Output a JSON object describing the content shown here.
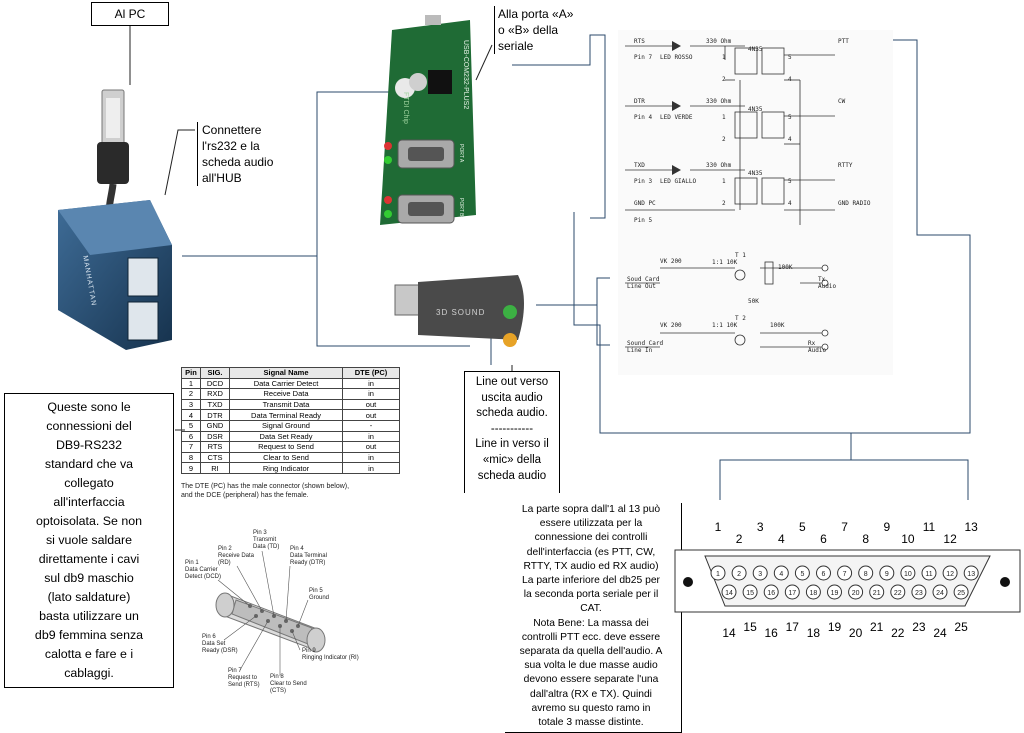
{
  "callouts": {
    "al_pc": "Al PC",
    "porta_seriale": [
      "Alla porta «A»",
      "o «B» della",
      "seriale"
    ],
    "connettere": [
      "Connettere",
      "l'rs232 e la",
      "scheda audio",
      "all'HUB"
    ],
    "line_out_in": [
      "Line out verso",
      "uscita audio",
      "scheda audio.",
      "-----------",
      "Line in verso il",
      "«mic» della",
      "scheda audio"
    ],
    "db9_note": [
      "Queste sono le",
      "connessioni del",
      "DB9-RS232",
      "standard che va",
      "collegato",
      "all'interfaccia",
      "optoisolata. Se non",
      "si vuole saldare",
      "direttamente i cavi",
      "sul db9 maschio",
      "(lato saldature)",
      "basta utilizzare un",
      "db9 femmina senza",
      "calotta e fare e i",
      "cablaggi."
    ],
    "db25_note": [
      "La parte sopra dall'1 al 13 può",
      "essere utilizzata per la",
      "connessione dei controlli",
      "dell'interfaccia (es PTT, CW,",
      "RTTY, TX audio ed RX audio)",
      "La parte inferiore del db25 per",
      "la seconda porta seriale per il",
      "CAT.",
      "Nota Bene: La massa dei",
      "controlli PTT ecc. deve essere",
      "separata da quella dell'audio. A",
      "sua volta le due masse audio",
      "devono essere separate l'una",
      "dall'altra (RX e TX). Quindi",
      "avremo su questo ramo in",
      "totale 3 masse distinte."
    ]
  },
  "devices": {
    "hub_brand": "MANHATTAN",
    "usb_board_label": "USB-COM232-PLUS2",
    "ftdi_label": "FTDI Chip",
    "port_a": "PORT A",
    "port_b": "PORT B",
    "sound_card_label": "3D SOUND"
  },
  "pin_table": {
    "headers": [
      "Pin",
      "SIG.",
      "Signal Name",
      "DTE (PC)"
    ],
    "rows": [
      [
        "1",
        "DCD",
        "Data Carrier Detect",
        "in"
      ],
      [
        "2",
        "RXD",
        "Receive Data",
        "in"
      ],
      [
        "3",
        "TXD",
        "Transmit Data",
        "out"
      ],
      [
        "4",
        "DTR",
        "Data Terminal Ready",
        "out"
      ],
      [
        "5",
        "GND",
        "Signal Ground",
        "-"
      ],
      [
        "6",
        "DSR",
        "Data Set Ready",
        "in"
      ],
      [
        "7",
        "RTS",
        "Request to Send",
        "out"
      ],
      [
        "8",
        "CTS",
        "Clear to Send",
        "in"
      ],
      [
        "9",
        "RI",
        "Ring Indicator",
        "in"
      ]
    ],
    "note": [
      "The DTE (PC) has the male connector (shown below),",
      "and the DCE (peripheral) has the female."
    ]
  },
  "db9_labels": {
    "pin1": [
      "Pin 1",
      "Data Carrier",
      "Detect (DCD)"
    ],
    "pin2": [
      "Pin 2",
      "Receive Data",
      "(RD)"
    ],
    "pin3": [
      "Pin 3",
      "Transmit",
      "Data (TD)"
    ],
    "pin4": [
      "Pin 4",
      "Data Terminal",
      "Ready (DTR)"
    ],
    "pin5": [
      "Pin 5",
      "Ground"
    ],
    "pin6": [
      "Pin 6",
      "Data Set",
      "Ready (DSR)"
    ],
    "pin7": [
      "Pin 7",
      "Request to",
      "Send (RTS)"
    ],
    "pin8": [
      "Pin 8",
      "Clear to Send",
      "(CTS)"
    ],
    "pin9": [
      "Pin 9",
      "Ringing Indicator (RI)"
    ]
  },
  "schematic": {
    "rows": [
      {
        "sig": "RTS",
        "pin": "Pin 7",
        "led": "LED ROSSO",
        "res": "330 Ohm",
        "opto": "4N35",
        "out": "PTT"
      },
      {
        "sig": "DTR",
        "pin": "Pin 4",
        "led": "LED VERDE",
        "res": "330 Ohm",
        "opto": "4N35",
        "out": "CW"
      },
      {
        "sig": "TXD",
        "pin": "Pin 3",
        "led": "LED GIALLO",
        "res": "330 Ohm",
        "opto": "4N35",
        "out": "RTTY"
      }
    ],
    "gnd_pc": "GND PC",
    "gnd_pin": "Pin 5",
    "gnd_radio": "GND RADIO",
    "opto_pins": [
      "1",
      "2",
      "5",
      "4"
    ],
    "audio_out": {
      "in_label": [
        "Soud Card",
        "Line Out"
      ],
      "res": "VK 200",
      "trafo": [
        "T 1",
        "1:1 10K"
      ],
      "pot": "100K",
      "pot2": "50K",
      "out_label": [
        "Tx",
        "Audio"
      ]
    },
    "audio_in": {
      "in_label": [
        "Sound Card",
        "Line In"
      ],
      "res": "VK 200",
      "trafo": [
        "T 2",
        "1:1 10K"
      ],
      "pot": "100K",
      "out_label": [
        "Rx",
        "Audio"
      ]
    }
  },
  "db25": {
    "top_pins": [
      "1",
      "2",
      "3",
      "4",
      "5",
      "6",
      "7",
      "8",
      "9",
      "10",
      "11",
      "12",
      "13"
    ],
    "bottom_pins": [
      "14",
      "15",
      "16",
      "17",
      "18",
      "19",
      "20",
      "21",
      "22",
      "23",
      "24",
      "25"
    ]
  }
}
